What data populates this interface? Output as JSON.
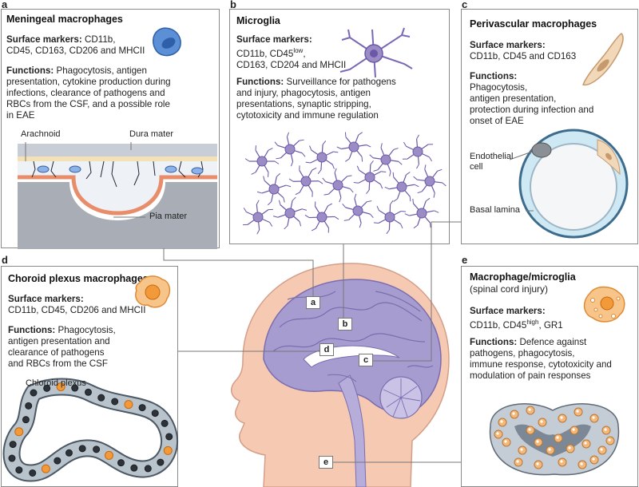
{
  "panels": {
    "a": {
      "letter": "a",
      "title": "Meningeal macrophages",
      "markers_label": "Surface markers:",
      "markers_lines": [
        "CD11b,",
        "CD45, CD163, CD206 and MHCII"
      ],
      "functions_label": "Functions:",
      "functions_lines": [
        "Phagocytosis, antigen",
        "presentation, cytokine production during",
        "infections, clearance of pathogens and",
        "RBCs from the CSF, and a possible role",
        "in EAE"
      ],
      "labels": {
        "arachnoid": "Arachnoid",
        "dura": "Dura mater",
        "pia": "Pia mater"
      }
    },
    "b": {
      "letter": "b",
      "title": "Microglia",
      "markers_label": "Surface markers:",
      "markers_line1_pre": "CD11b, CD45",
      "markers_line1_sup": "low",
      "markers_line1_post": ",",
      "markers_line2": "CD163, CD204 and MHCII",
      "functions_label": "Functions:",
      "functions_lines": [
        "Surveillance for pathogens",
        "and injury, phagocytosis, antigen",
        "presentations, synaptic stripping,",
        "cytotoxicity and immune regulation"
      ]
    },
    "c": {
      "letter": "c",
      "title": "Perivascular macrophages",
      "markers_label": "Surface markers:",
      "markers_lines": [
        "CD11b, CD45 and CD163"
      ],
      "functions_label": "Functions:",
      "functions_lines": [
        "Phagocytosis,",
        "antigen presentation,",
        "protection during infection and",
        "onset of EAE"
      ],
      "labels": {
        "endothelial1": "Endothelial",
        "endothelial2": "cell",
        "basal": "Basal lamina"
      }
    },
    "d": {
      "letter": "d",
      "title": "Choroid plexus macrophages",
      "markers_label": "Surface markers:",
      "markers_lines": [
        "CD11b, CD45, CD206 and MHCII"
      ],
      "functions_label": "Functions:",
      "functions_lines": [
        "Phagocytosis,",
        "antigen presentation and",
        "clearance of pathogens",
        "and RBCs from the CSF"
      ],
      "labels": {
        "plexus": "Chloroid plexus"
      }
    },
    "e": {
      "letter": "e",
      "title": "Macrophage/microglia",
      "subtitle": "(spinal cord injury)",
      "markers_label": "Surface markers:",
      "markers_line1_pre": "CD11b, CD45",
      "markers_line1_sup": "high",
      "markers_line1_post": ", GR1",
      "functions_label": "Functions:",
      "functions_lines": [
        "Defence against",
        "pathogens, phagocytosis,",
        "immune response, cytotoxicity and",
        "modulation of pain responses"
      ]
    }
  },
  "brain_tags": [
    "a",
    "b",
    "d",
    "c",
    "e"
  ],
  "colors": {
    "panel_border": "#8a8a8a",
    "macrophage_blue": "#5b8fd6",
    "microglia_purple": "#9c8cc6",
    "perivascular_tan": "#f0d8b8",
    "choroid_orange": "#f29a3a",
    "spinal_orange": "#f4b97a",
    "head_skin": "#f6c9b3",
    "brain_purple": "#a79cd0"
  }
}
